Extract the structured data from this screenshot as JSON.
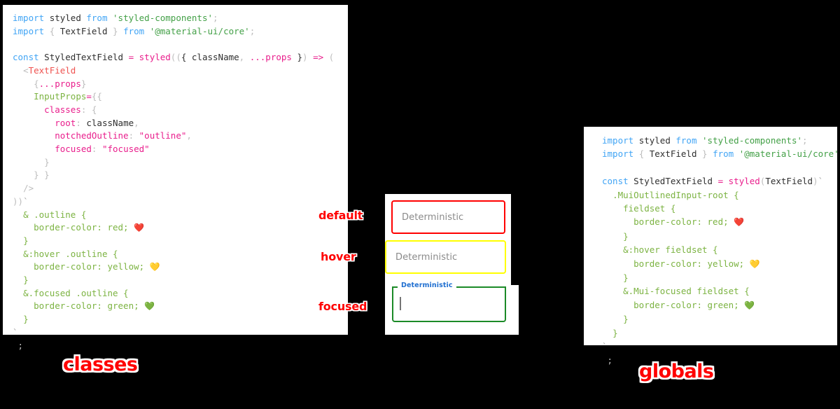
{
  "background_color": "#000000",
  "panels": {
    "classes": {
      "caption": "classes",
      "code_lines": [
        [
          {
            "t": "import",
            "c": "kw"
          },
          {
            "t": " ",
            "c": "plain"
          },
          {
            "t": "styled",
            "c": "ident"
          },
          {
            "t": " ",
            "c": "plain"
          },
          {
            "t": "from",
            "c": "kw"
          },
          {
            "t": " ",
            "c": "plain"
          },
          {
            "t": "'styled-components'",
            "c": "str"
          },
          {
            "t": ";",
            "c": "punct"
          }
        ],
        [
          {
            "t": "import",
            "c": "kw"
          },
          {
            "t": " ",
            "c": "plain"
          },
          {
            "t": "{",
            "c": "punct"
          },
          {
            "t": " TextField ",
            "c": "ident"
          },
          {
            "t": "}",
            "c": "punct"
          },
          {
            "t": " ",
            "c": "plain"
          },
          {
            "t": "from",
            "c": "kw"
          },
          {
            "t": " ",
            "c": "plain"
          },
          {
            "t": "'@material-ui/core'",
            "c": "str"
          },
          {
            "t": ";",
            "c": "punct"
          }
        ],
        [],
        [
          {
            "t": "const",
            "c": "kw"
          },
          {
            "t": " StyledTextField ",
            "c": "ident"
          },
          {
            "t": "=",
            "c": "op"
          },
          {
            "t": " ",
            "c": "plain"
          },
          {
            "t": "styled",
            "c": "fn"
          },
          {
            "t": "((",
            "c": "punct"
          },
          {
            "t": "{ className",
            "c": "ident"
          },
          {
            "t": ",",
            "c": "punct"
          },
          {
            "t": " ",
            "c": "plain"
          },
          {
            "t": "...",
            "c": "op"
          },
          {
            "t": "props",
            "c": "prop"
          },
          {
            "t": " }",
            "c": "ident"
          },
          {
            "t": ")",
            "c": "punct"
          },
          {
            "t": " ",
            "c": "plain"
          },
          {
            "t": "=>",
            "c": "op"
          },
          {
            "t": " ",
            "c": "plain"
          },
          {
            "t": "(",
            "c": "punct"
          }
        ],
        [
          {
            "t": "  ",
            "c": "plain"
          },
          {
            "t": "<",
            "c": "punct"
          },
          {
            "t": "TextField",
            "c": "tag"
          }
        ],
        [
          {
            "t": "    ",
            "c": "plain"
          },
          {
            "t": "{",
            "c": "punct"
          },
          {
            "t": "...",
            "c": "op"
          },
          {
            "t": "props",
            "c": "prop"
          },
          {
            "t": "}",
            "c": "punct"
          }
        ],
        [
          {
            "t": "    ",
            "c": "plain"
          },
          {
            "t": "InputProps",
            "c": "attr"
          },
          {
            "t": "=",
            "c": "op"
          },
          {
            "t": "{{",
            "c": "punct"
          }
        ],
        [
          {
            "t": "      ",
            "c": "plain"
          },
          {
            "t": "classes",
            "c": "prop"
          },
          {
            "t": ":",
            "c": "punct"
          },
          {
            "t": " ",
            "c": "plain"
          },
          {
            "t": "{",
            "c": "punct"
          }
        ],
        [
          {
            "t": "        ",
            "c": "plain"
          },
          {
            "t": "root",
            "c": "prop"
          },
          {
            "t": ":",
            "c": "punct"
          },
          {
            "t": " className",
            "c": "ident"
          },
          {
            "t": ",",
            "c": "punct"
          }
        ],
        [
          {
            "t": "        ",
            "c": "plain"
          },
          {
            "t": "notchedOutline",
            "c": "prop"
          },
          {
            "t": ":",
            "c": "punct"
          },
          {
            "t": " ",
            "c": "plain"
          },
          {
            "t": "\"outline\"",
            "c": "propv"
          },
          {
            "t": ",",
            "c": "punct"
          }
        ],
        [
          {
            "t": "        ",
            "c": "plain"
          },
          {
            "t": "focused",
            "c": "prop"
          },
          {
            "t": ":",
            "c": "punct"
          },
          {
            "t": " ",
            "c": "plain"
          },
          {
            "t": "\"focused\"",
            "c": "propv"
          }
        ],
        [
          {
            "t": "      ",
            "c": "plain"
          },
          {
            "t": "}",
            "c": "punct"
          }
        ],
        [
          {
            "t": "    ",
            "c": "plain"
          },
          {
            "t": "} }",
            "c": "punct"
          }
        ],
        [
          {
            "t": "  ",
            "c": "plain"
          },
          {
            "t": "/>",
            "c": "punct"
          }
        ],
        [
          {
            "t": "))",
            "c": "punct"
          },
          {
            "t": "`",
            "c": "plain"
          }
        ],
        [
          {
            "t": "  ",
            "c": "plain"
          },
          {
            "t": "& .outline {",
            "c": "css"
          }
        ],
        [
          {
            "t": "    ",
            "c": "plain"
          },
          {
            "t": "border-color: red; ",
            "c": "css"
          },
          {
            "t": "❤️",
            "c": "emoji"
          }
        ],
        [
          {
            "t": "  ",
            "c": "plain"
          },
          {
            "t": "}",
            "c": "css"
          }
        ],
        [
          {
            "t": "  ",
            "c": "plain"
          },
          {
            "t": "&:hover .outline {",
            "c": "css"
          }
        ],
        [
          {
            "t": "    ",
            "c": "plain"
          },
          {
            "t": "border-color: yellow; ",
            "c": "css"
          },
          {
            "t": "💛",
            "c": "emoji"
          }
        ],
        [
          {
            "t": "  ",
            "c": "plain"
          },
          {
            "t": "}",
            "c": "css"
          }
        ],
        [
          {
            "t": "  ",
            "c": "plain"
          },
          {
            "t": "&.focused .outline {",
            "c": "css"
          }
        ],
        [
          {
            "t": "    ",
            "c": "plain"
          },
          {
            "t": "border-color: green; ",
            "c": "css"
          },
          {
            "t": "💚",
            "c": "emoji"
          }
        ],
        [
          {
            "t": "  ",
            "c": "plain"
          },
          {
            "t": "}",
            "c": "css"
          }
        ],
        [
          {
            "t": "`",
            "c": "plain"
          }
        ],
        [
          {
            "t": " ;",
            "c": "punct"
          }
        ]
      ]
    },
    "globals": {
      "caption": "globals",
      "code_lines": [
        [
          {
            "t": "import",
            "c": "kw"
          },
          {
            "t": " ",
            "c": "plain"
          },
          {
            "t": "styled",
            "c": "ident"
          },
          {
            "t": " ",
            "c": "plain"
          },
          {
            "t": "from",
            "c": "kw"
          },
          {
            "t": " ",
            "c": "plain"
          },
          {
            "t": "'styled-components'",
            "c": "str"
          },
          {
            "t": ";",
            "c": "punct"
          }
        ],
        [
          {
            "t": "import",
            "c": "kw"
          },
          {
            "t": " ",
            "c": "plain"
          },
          {
            "t": "{",
            "c": "punct"
          },
          {
            "t": " TextField ",
            "c": "ident"
          },
          {
            "t": "}",
            "c": "punct"
          },
          {
            "t": " ",
            "c": "plain"
          },
          {
            "t": "from",
            "c": "kw"
          },
          {
            "t": " ",
            "c": "plain"
          },
          {
            "t": "'@material-ui/core'",
            "c": "str"
          },
          {
            "t": ";",
            "c": "punct"
          }
        ],
        [],
        [
          {
            "t": "const",
            "c": "kw"
          },
          {
            "t": " StyledTextField ",
            "c": "ident"
          },
          {
            "t": "=",
            "c": "op"
          },
          {
            "t": " ",
            "c": "plain"
          },
          {
            "t": "styled",
            "c": "fn"
          },
          {
            "t": "(",
            "c": "punct"
          },
          {
            "t": "TextField",
            "c": "ident"
          },
          {
            "t": ")",
            "c": "punct"
          },
          {
            "t": "`",
            "c": "plain"
          }
        ],
        [
          {
            "t": "  ",
            "c": "plain"
          },
          {
            "t": ".MuiOutlinedInput-root {",
            "c": "css"
          }
        ],
        [
          {
            "t": "    ",
            "c": "plain"
          },
          {
            "t": "fieldset {",
            "c": "css"
          }
        ],
        [
          {
            "t": "      ",
            "c": "plain"
          },
          {
            "t": "border-color: red; ",
            "c": "css"
          },
          {
            "t": "❤️",
            "c": "emoji"
          }
        ],
        [
          {
            "t": "    ",
            "c": "plain"
          },
          {
            "t": "}",
            "c": "css"
          }
        ],
        [
          {
            "t": "    ",
            "c": "plain"
          },
          {
            "t": "&:hover fieldset {",
            "c": "css"
          }
        ],
        [
          {
            "t": "      ",
            "c": "plain"
          },
          {
            "t": "border-color: yellow; ",
            "c": "css"
          },
          {
            "t": "💛",
            "c": "emoji"
          }
        ],
        [
          {
            "t": "    ",
            "c": "plain"
          },
          {
            "t": "}",
            "c": "css"
          }
        ],
        [
          {
            "t": "    ",
            "c": "plain"
          },
          {
            "t": "&.Mui-focused fieldset {",
            "c": "css"
          }
        ],
        [
          {
            "t": "      ",
            "c": "plain"
          },
          {
            "t": "border-color: green; ",
            "c": "css"
          },
          {
            "t": "💚",
            "c": "emoji"
          }
        ],
        [
          {
            "t": "    ",
            "c": "plain"
          },
          {
            "t": "}",
            "c": "css"
          }
        ],
        [
          {
            "t": "  ",
            "c": "plain"
          },
          {
            "t": "}",
            "c": "css"
          }
        ],
        [
          {
            "t": "`",
            "c": "plain"
          }
        ],
        [
          {
            "t": " ;",
            "c": "punct"
          }
        ]
      ]
    }
  },
  "demo": {
    "fields": [
      {
        "state_label": "default",
        "value": "Deterministic",
        "border_color": "#ff0000",
        "focused": false
      },
      {
        "state_label": "hover",
        "value": "Deterministic",
        "border_color": "#ffff00",
        "focused": false
      },
      {
        "state_label": "focused",
        "value": "",
        "floating_label": "Deterministic",
        "border_color": "#1b8a27",
        "label_color": "#1f6fd0",
        "focused": true
      }
    ]
  }
}
